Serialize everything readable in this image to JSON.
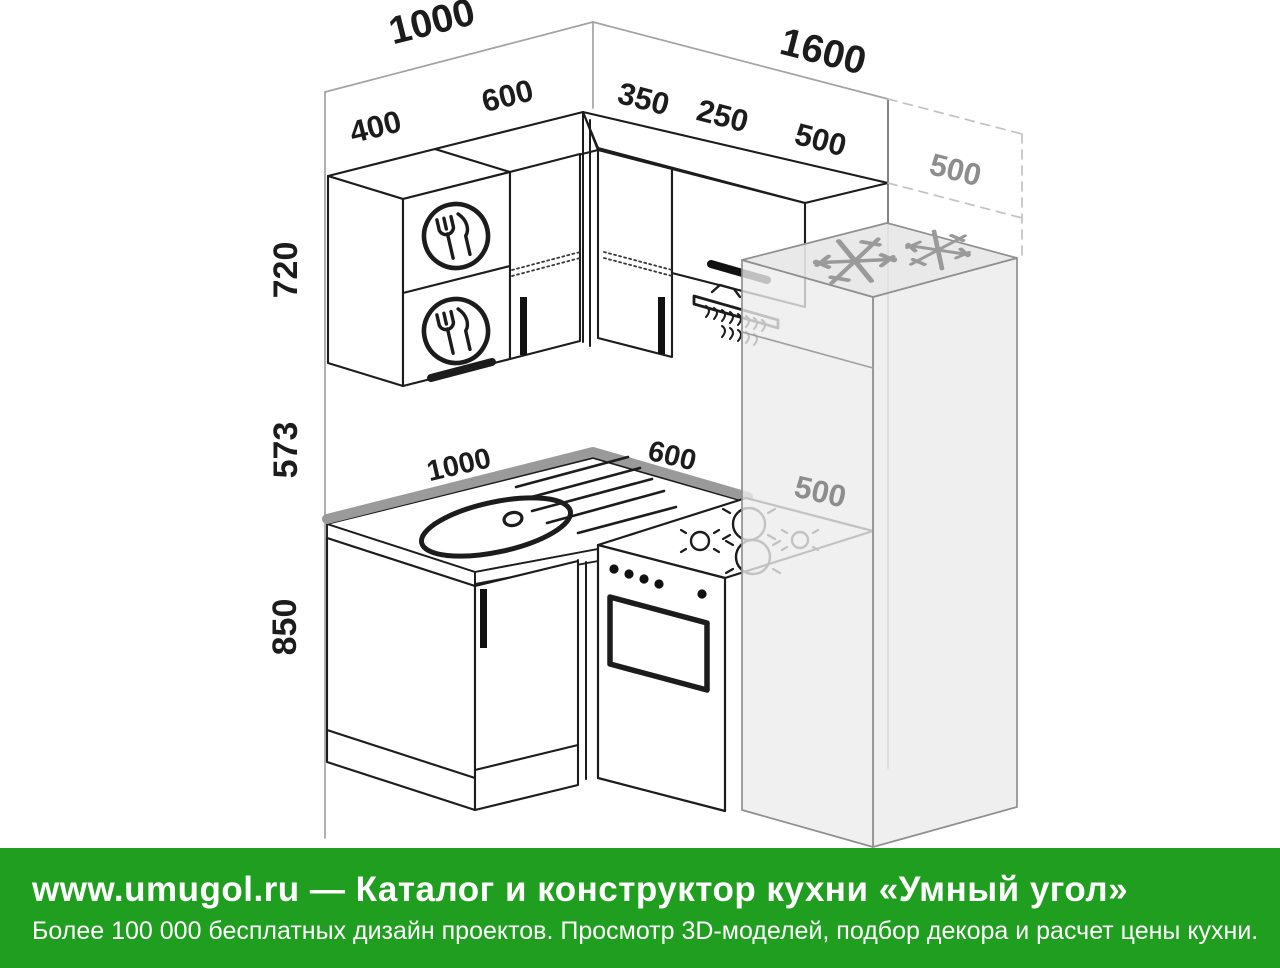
{
  "dimensions": {
    "wall_left_total": "1000",
    "wall_right_total": "1600",
    "upper_left_segments": [
      "400",
      "600"
    ],
    "upper_right_segments": [
      "350",
      "250",
      "500"
    ],
    "height_upper_cabinets": "720",
    "height_gap": "573",
    "height_base_cabinets": "850",
    "counter_left": "1000",
    "counter_right": "600",
    "fridge_niche_height": "500",
    "fridge_width": "500"
  },
  "icons": {
    "cutlery": "fork-and-knife dish-drying cabinet icon",
    "snowflake": "refrigerator snowflake icon",
    "hood": "extractor-hood icon",
    "sink": "oval sink with tap",
    "burners": "4-burner hob icon"
  },
  "colors": {
    "line": "#1c1c1c",
    "wall_gray": "#a3a3a3",
    "strip_gray": "#9a9a9a",
    "label_gray": "#8d8d8d",
    "fridge_fill": "#ececec",
    "footer_green": "#1f9e1f",
    "footer_text": "#ffffff"
  },
  "footer": {
    "line1": "www.umugol.ru — Каталог и конструктор кухни «Умный угол»",
    "line2": "Более 100 000 бесплатных дизайн проектов. Просмотр 3D-моделей, подбор декора и расчет цены кухни."
  }
}
